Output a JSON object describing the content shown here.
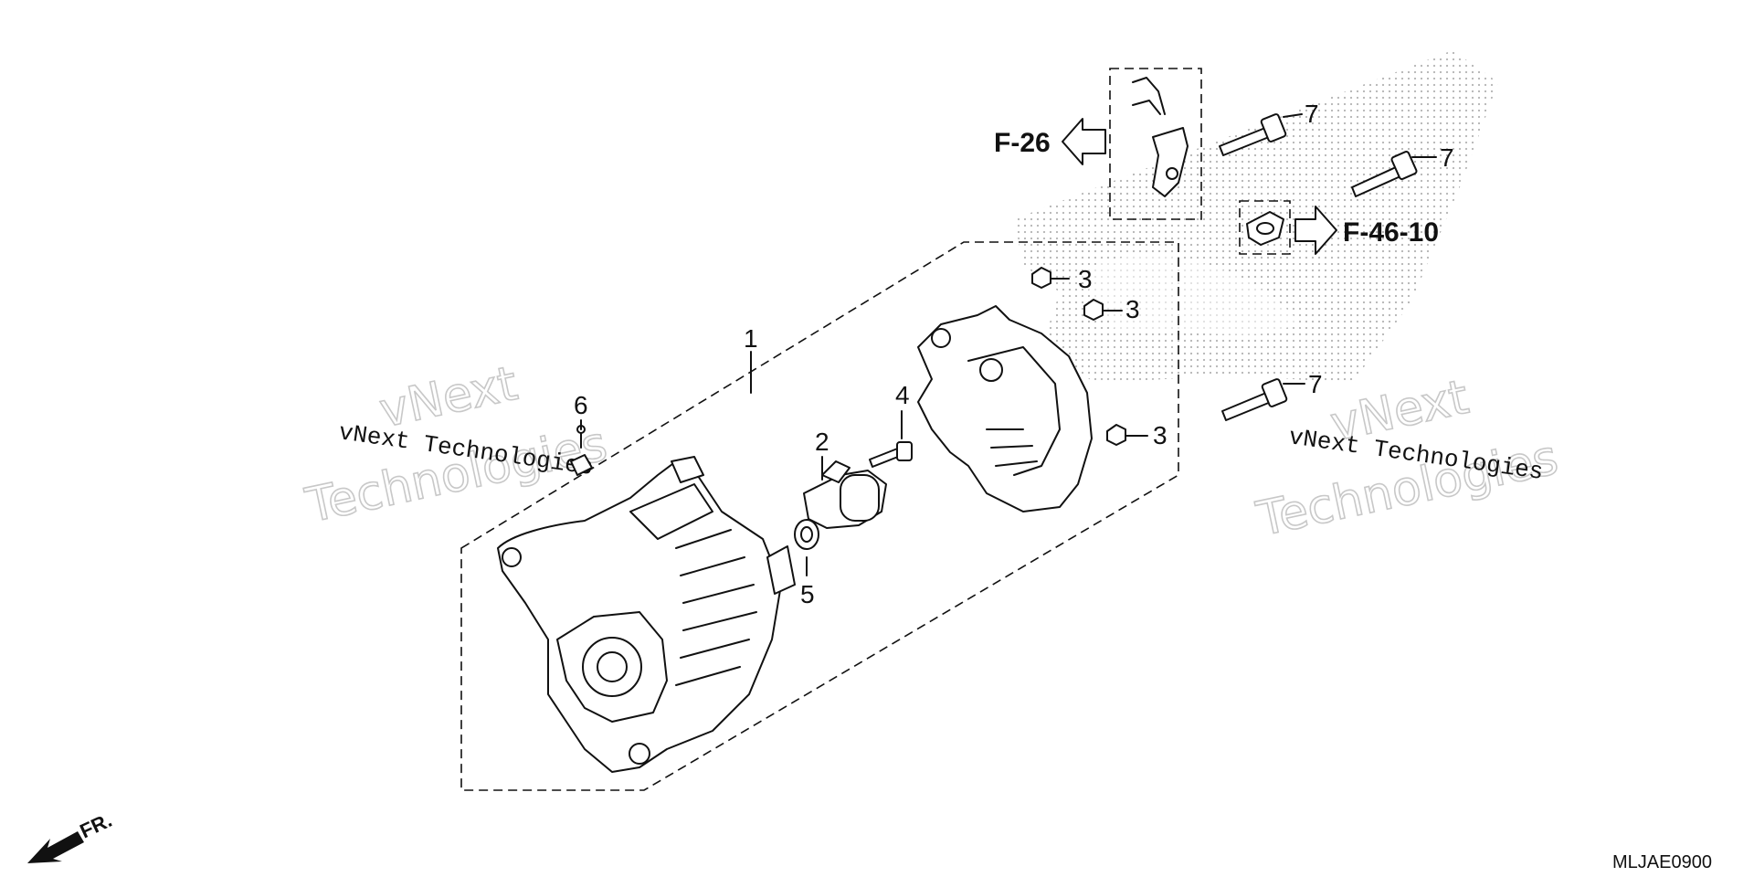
{
  "callouts": {
    "p1": "1",
    "p2": "2",
    "p3a": "3",
    "p3b": "3",
    "p3c": "3",
    "p4": "4",
    "p5": "5",
    "p6": "6",
    "p7a": "7",
    "p7b": "7",
    "p7c": "7"
  },
  "references": {
    "f26": "F-26",
    "f4610": "F-46-10"
  },
  "front_marker": "FR.",
  "diagram_code": "MLJAE0900",
  "watermarks": {
    "line1": "vNext",
    "line2": "Technologies",
    "small": "vNext Technologies"
  }
}
